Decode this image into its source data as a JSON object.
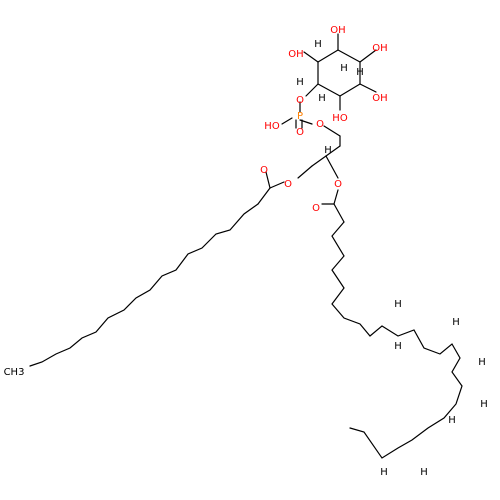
{
  "colors": {
    "background": "#ffffff",
    "bond": "#000000",
    "oxygen": "#ff0000",
    "phosphorus": "#ff8000",
    "hydrogen": "#000000",
    "carbon": "#000000"
  },
  "atoms": {
    "ring_oh_1": "OH",
    "ring_oh_2": "OH",
    "ring_oh_3": "HO",
    "ring_oh_4": "OH",
    "ring_oh_5": "OH",
    "ring_h_1": "H",
    "ring_h_2": "H",
    "ring_h_3": "H",
    "ring_h_4": "H",
    "ring_h_5": "H",
    "ring_o": "O",
    "p_atom": "P",
    "p_ho": "HO",
    "p_dbl_o": "O",
    "p_o_ester": "O",
    "glyc_o_left": "O",
    "glyc_o_right": "O",
    "carbonyl_o_left": "O",
    "carbonyl_o_right": "O",
    "ch3": "CH3",
    "h_db1_a": "H",
    "h_db1_b": "H",
    "h_db2_a": "H",
    "h_db2_b": "H",
    "h_db3_a": "H",
    "h_db3_b": "H",
    "h_db4_a": "H",
    "h_db4_b": "H",
    "glyc_h": "H"
  }
}
